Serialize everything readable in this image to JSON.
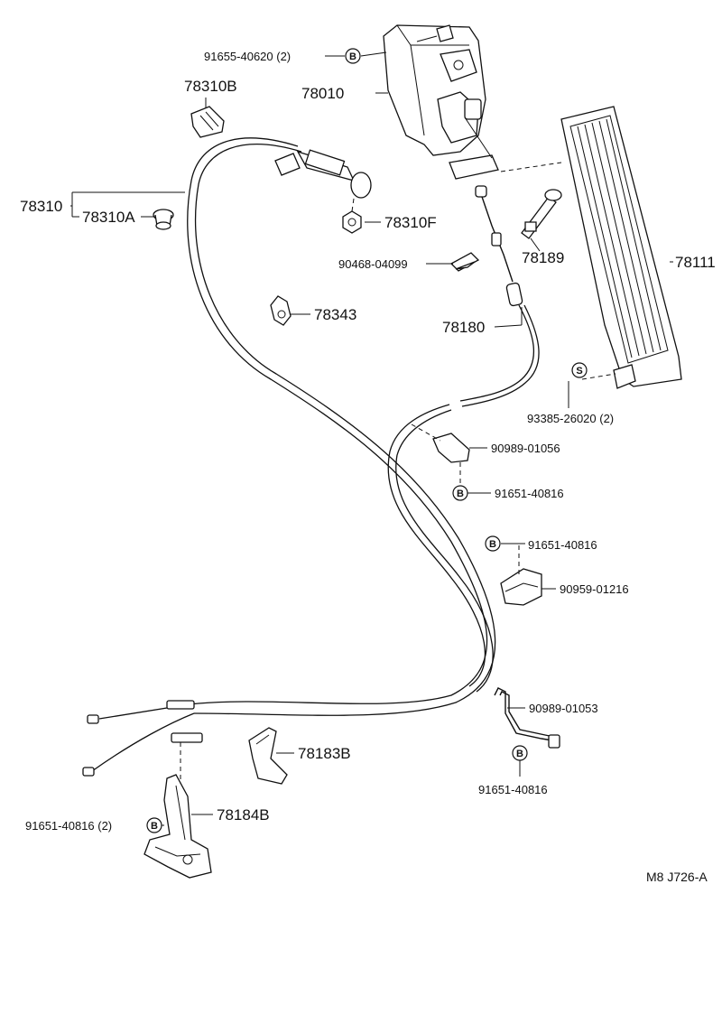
{
  "labels": {
    "p78310": "78310",
    "p78310A": "78310A",
    "p78310B": "78310B",
    "p78310F": "78310F",
    "p78010": "78010",
    "p91655": "91655-40620 (2)",
    "p78343": "78343",
    "p90468": "90468-04099",
    "p78189": "78189",
    "p78180": "78180",
    "p78111": "78111",
    "p93385": "93385-26020 (2)",
    "p90989_01056": "90989-01056",
    "p91651_a": "91651-40816",
    "p91651_b": "91651-40816",
    "p90959": "90959-01216",
    "p90989_01053": "90989-01053",
    "p91651_c": "91651-40816",
    "p78183B": "78183B",
    "p78184B": "78184B",
    "p91651_d": "91651-40816 (2)",
    "code": "M8  J726-A"
  },
  "symbols": {
    "bolt": "B",
    "screw": "S"
  }
}
